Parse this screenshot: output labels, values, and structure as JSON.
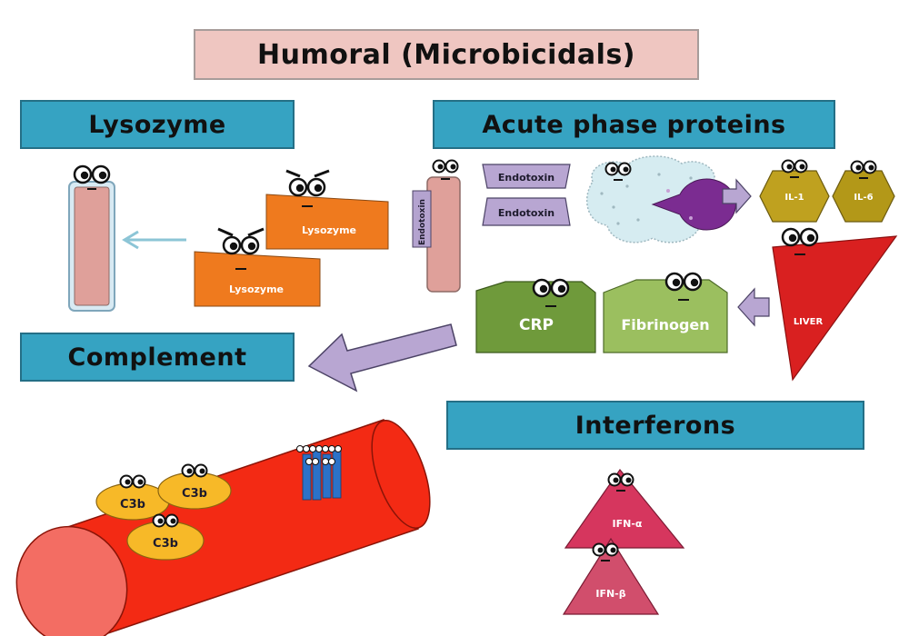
{
  "title": "Humoral (Microbicidals)",
  "headers": {
    "lysozyme": "Lysozyme",
    "acute_phase": "Acute phase proteins",
    "complement": "Complement",
    "interferons": "Interferons"
  },
  "labels": {
    "lysozyme_1": "Lysozyme",
    "lysozyme_2": "Lysozyme",
    "endotoxin_tube": "Endotoxin",
    "endotoxin_1": "Endotoxin",
    "endotoxin_2": "Endotoxin",
    "il1": "IL-1",
    "il6": "IL-6",
    "liver": "LIVER",
    "crp": "CRP",
    "fibrinogen": "Fibrinogen",
    "c3b_1": "C3b",
    "c3b_2": "C3b",
    "c3b_3": "C3b",
    "ifn_alpha": "IFN-α",
    "ifn_beta": "IFN-β"
  },
  "colors": {
    "header_blue": "#36a3c2",
    "title_pink": "#efc6c1",
    "lysozyme_orange": "#ef7a1e",
    "crp_green": "#6f9a3b",
    "fibrinogen_green": "#9bbf5f",
    "liver_red": "#d92020",
    "vessel_red": "#f32a14",
    "c3b_yellow": "#f7b928",
    "ifn_pink": "#d6365e",
    "arrow_lavender": "#b8a6d2"
  }
}
